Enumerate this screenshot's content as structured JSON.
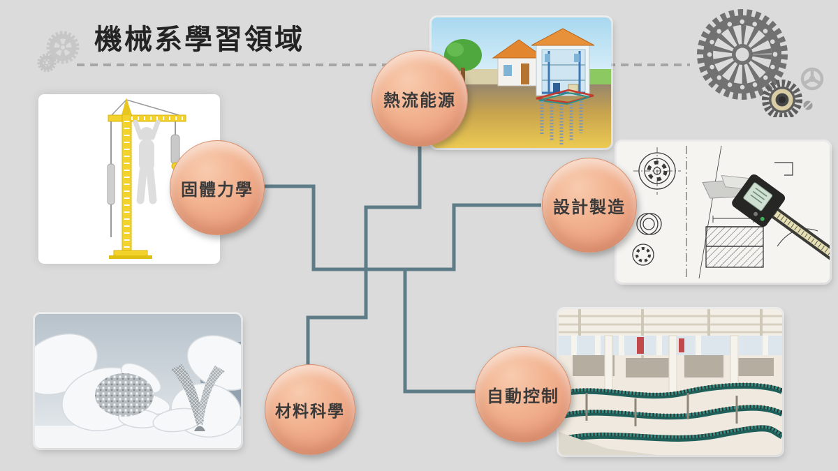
{
  "header": {
    "title": "機械系學習領域"
  },
  "diagram": {
    "nodes": [
      {
        "id": "thermal-energy",
        "label": "熱流能源"
      },
      {
        "id": "solid-mechanics",
        "label": "固體力學"
      },
      {
        "id": "design-manufacturing",
        "label": "設計製造"
      },
      {
        "id": "materials-science",
        "label": "材料科學"
      },
      {
        "id": "automatic-control",
        "label": "自動控制"
      }
    ]
  },
  "decorations": {
    "top_left_icon": "gears-watermark-icon",
    "top_right_icon": "gear-train-icon",
    "images": [
      "crane-image",
      "geothermal-house-image",
      "technical-drawing-caliper-image",
      "gloves-lattice-parts-image",
      "factory-line-image"
    ]
  },
  "colors": {
    "background": "#dbdbdb",
    "node_fill": "#efa988",
    "node_text": "#3a3a3a",
    "connector": "#5e7c87",
    "title_text": "#232323",
    "dashed_line": "#a6a6a6"
  }
}
